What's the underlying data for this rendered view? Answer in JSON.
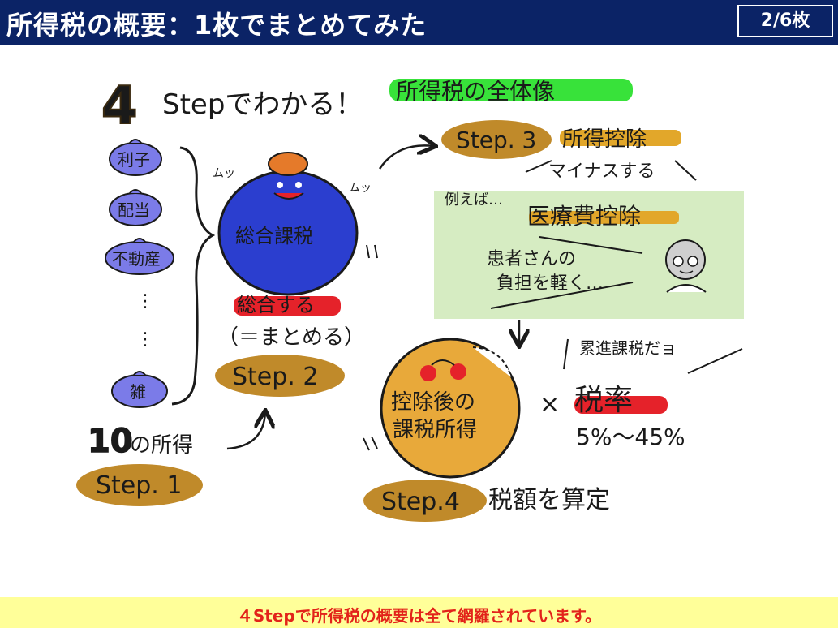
{
  "header": {
    "title": "所得税の概要：1枚でまとめてみた",
    "page_indicator": "2/6枚"
  },
  "diagram": {
    "heading_number": "4",
    "heading_text": "Stepでわかる！",
    "heading_tag": "所得税の全体像",
    "income_kinds": [
      "利子",
      "配当",
      "不動産",
      "雑"
    ],
    "ellipsis": "⋮",
    "ten_incomes_number": "10",
    "ten_incomes_text": "の所得",
    "step1": "Step. 1",
    "blob_label": "総合課税",
    "blob_sound_left": "ムッ",
    "blob_sound_right": "ムッ",
    "aggregate_label": "総合する",
    "aggregate_note": "（＝まとめる）",
    "step2": "Step. 2",
    "step3": "Step. 3",
    "step3_title": "所得控除",
    "step3_sub": "マイナスする",
    "example_intro": "例えば…",
    "example_title": "医療費控除",
    "example_text_1": "患者さんの",
    "example_text_2": "負担を軽く…",
    "after_deduction_1": "控除後の",
    "after_deduction_2": "課税所得",
    "multiply": "×",
    "progressive_note": "累進課税だョ",
    "tax_rate": "税率",
    "tax_rate_range": "5%〜45%",
    "step4": "Step.4",
    "step4_text": "税額を算定"
  },
  "footer": {
    "text": "４Stepで所得税の概要は全て網羅されています。"
  },
  "colors": {
    "header_bg": "#0b2366",
    "footer_bg": "#ffff99",
    "footer_text": "#e2231a",
    "blue_blob": "#2b3ecf",
    "orange_circle": "#e8a93a",
    "step_label": "#c08a2a",
    "example_box": "#d6ecc2",
    "red_highlight": "#e5222a",
    "green_highlight": "#38e23a",
    "purple_bubble": "#7b7be8"
  }
}
